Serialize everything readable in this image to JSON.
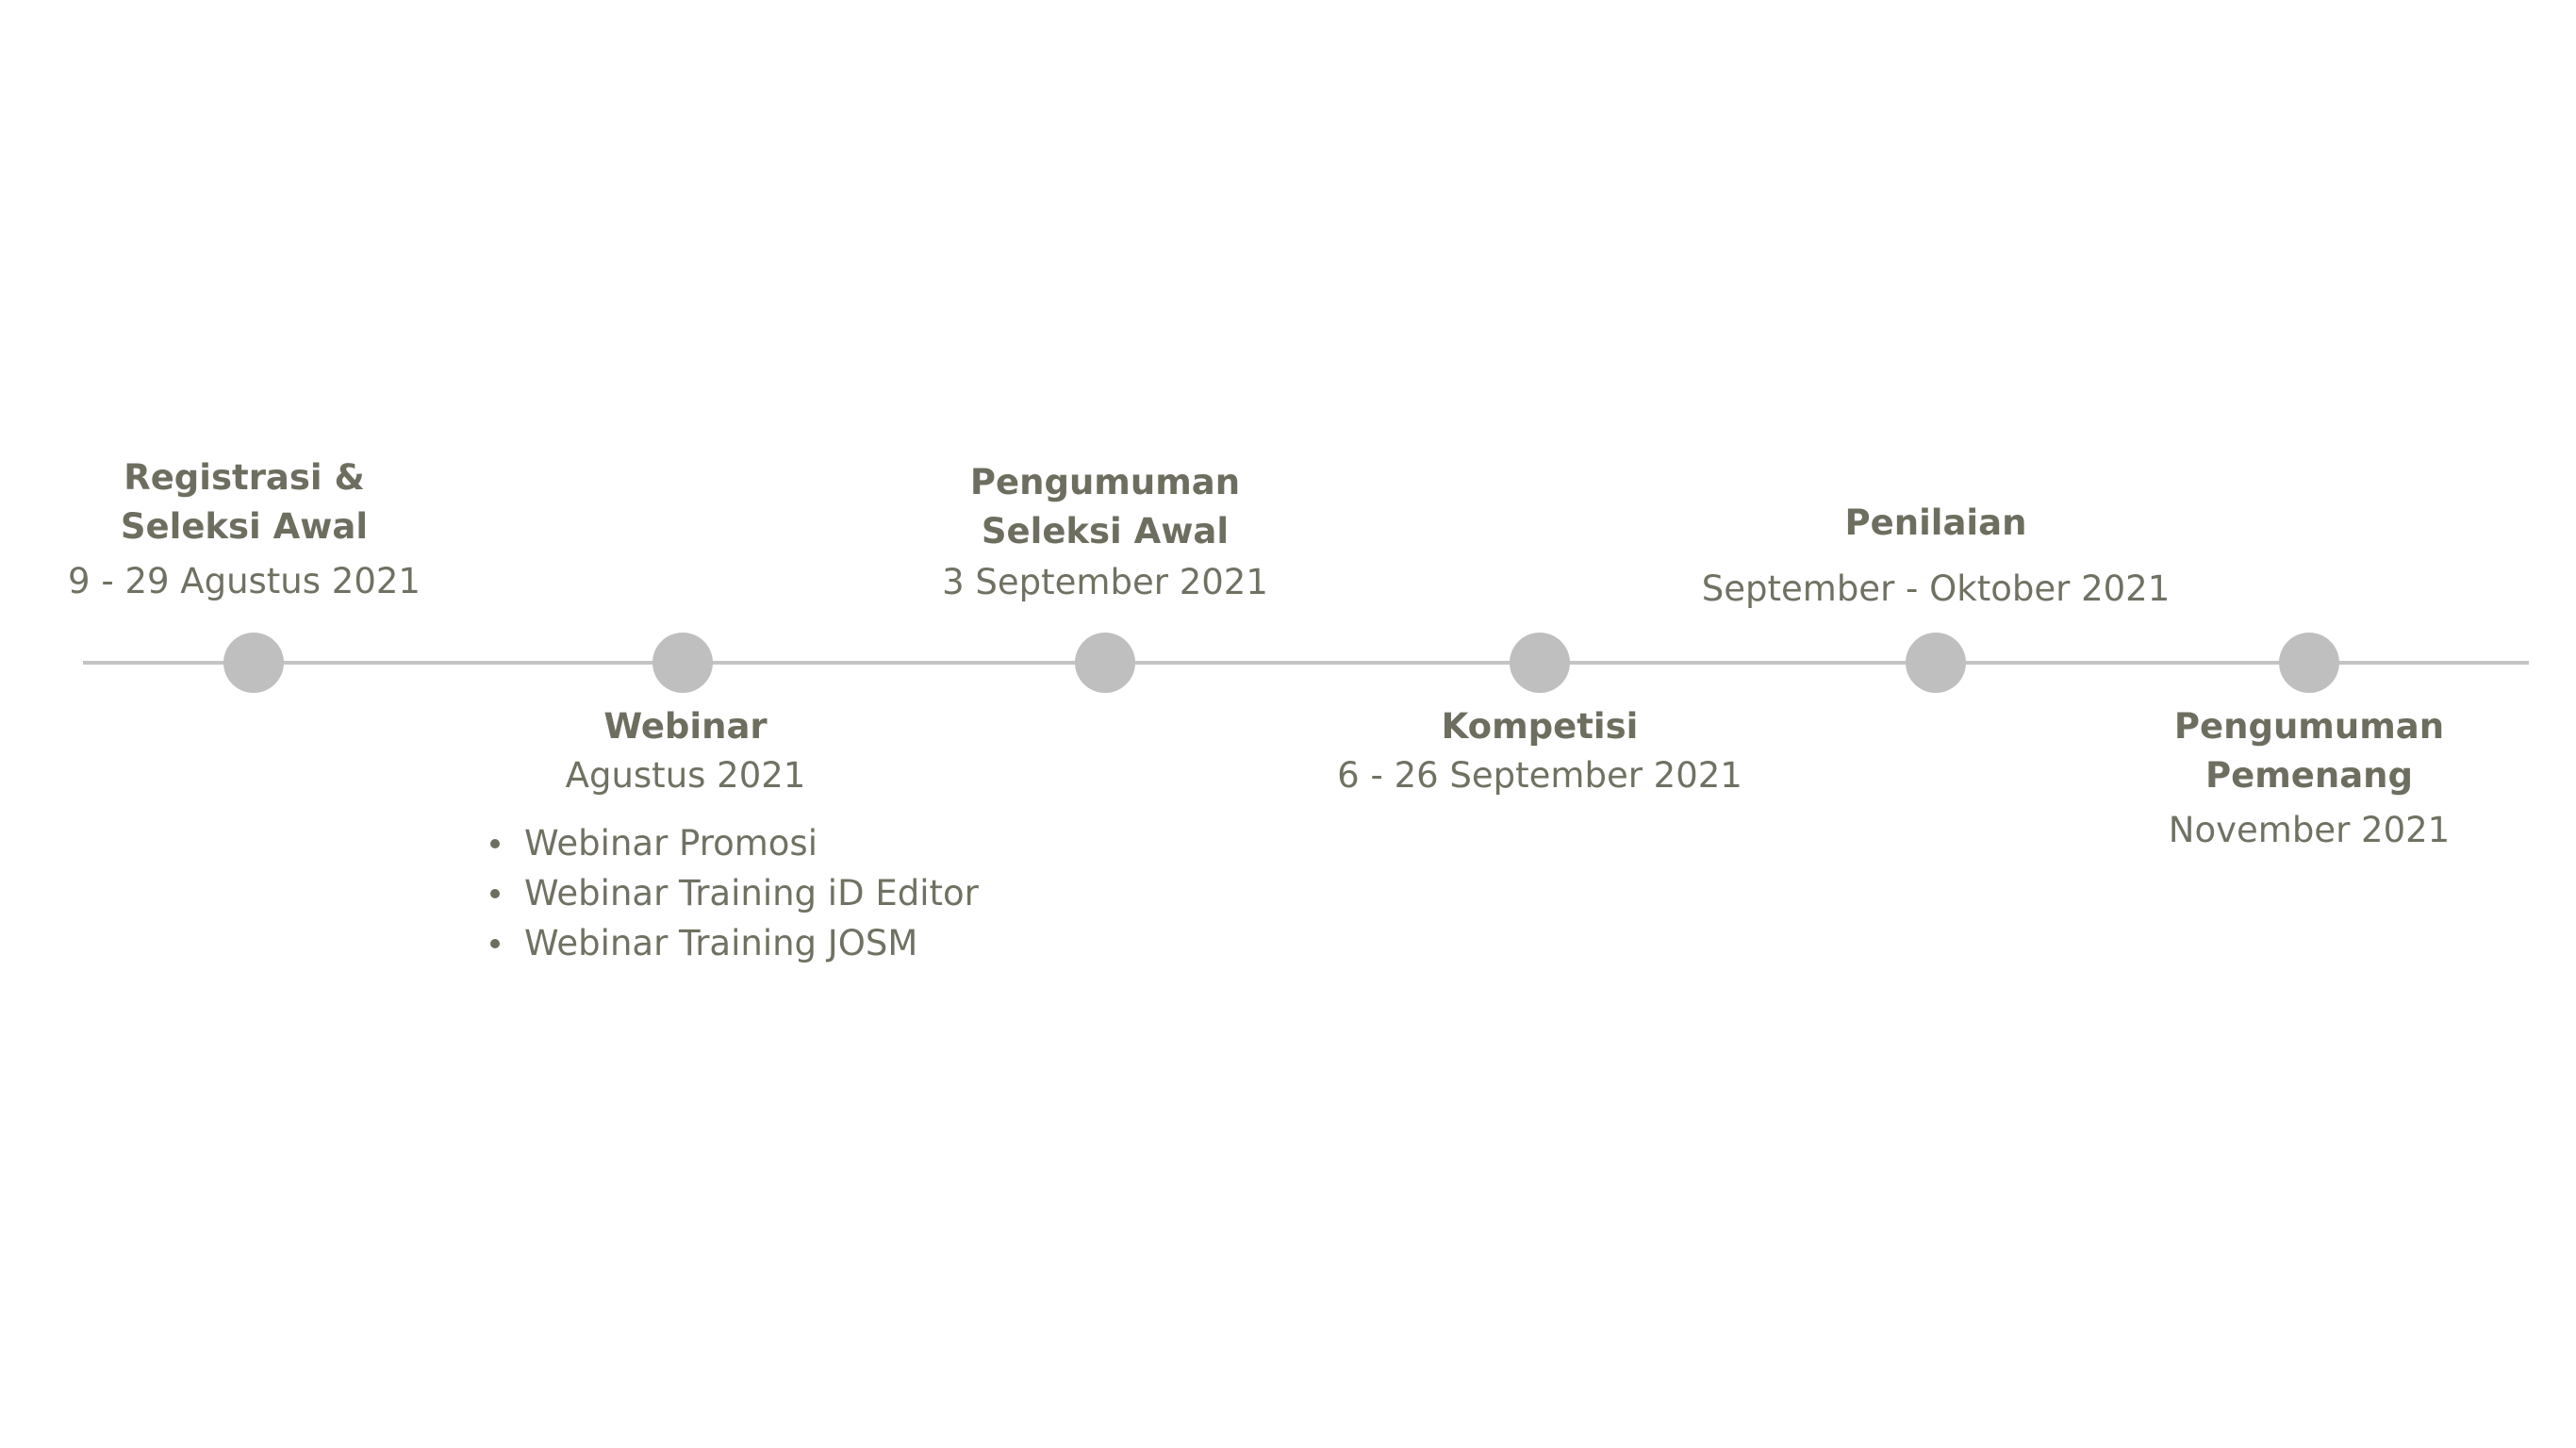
{
  "timeline": {
    "milestones": [
      {
        "title_lines": [
          "Registrasi &",
          "Seleksi Awal"
        ],
        "date": "9 - 29 Agustus 2021",
        "items": []
      },
      {
        "title_lines": [
          "Webinar"
        ],
        "date": "Agustus 2021",
        "items": [
          "Webinar Promosi",
          "Webinar Training iD Editor",
          "Webinar Training JOSM"
        ]
      },
      {
        "title_lines": [
          "Pengumuman",
          "Seleksi Awal"
        ],
        "date": "3 September 2021",
        "items": []
      },
      {
        "title_lines": [
          "Kompetisi"
        ],
        "date": "6 - 26 September 2021",
        "items": []
      },
      {
        "title_lines": [
          "Penilaian"
        ],
        "date": "September - Oktober 2021",
        "items": []
      },
      {
        "title_lines": [
          "Pengumuman",
          "Pemenang"
        ],
        "date": "November 2021",
        "items": []
      }
    ]
  },
  "colors": {
    "line": "#c4c4c4",
    "node": "#bfbfbf",
    "text": "#707063"
  }
}
